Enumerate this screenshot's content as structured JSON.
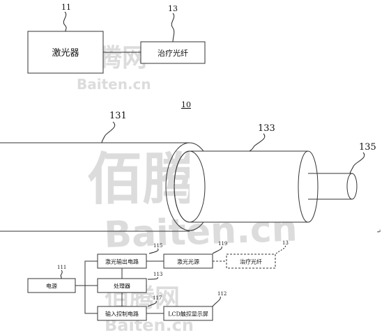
{
  "fig1": {
    "laser_label": "激光器",
    "fiber_label": "治疗光纤",
    "ref_laser": "11",
    "ref_fiber": "13"
  },
  "fig2": {
    "title_ref": "10",
    "ref_outer": "131",
    "ref_middle": "133",
    "ref_core": "135"
  },
  "fig3": {
    "power": "电源",
    "laser_output": "激光输出电路",
    "processor": "处理器",
    "input_control": "输入控制电路",
    "laser_source": "激光光源",
    "fiber": "治疗光纤",
    "lcd": "LCD触控显示屏",
    "ref_power": "111",
    "ref_output": "115",
    "ref_processor": "113",
    "ref_input": "117",
    "ref_source": "119",
    "ref_fiber": "13",
    "ref_lcd": "112"
  },
  "watermark": {
    "cn": "佰腾网",
    "en": "Baiten.cn"
  },
  "return_mark": "↵"
}
